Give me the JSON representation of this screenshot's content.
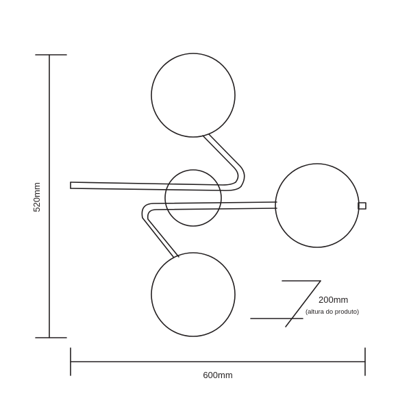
{
  "dimensions": {
    "height_label": "520mm",
    "width_label": "600mm",
    "depth_label": "200mm",
    "depth_note": "(altura do produto)"
  },
  "colors": {
    "stroke": "#231f20",
    "background": "#ffffff"
  }
}
